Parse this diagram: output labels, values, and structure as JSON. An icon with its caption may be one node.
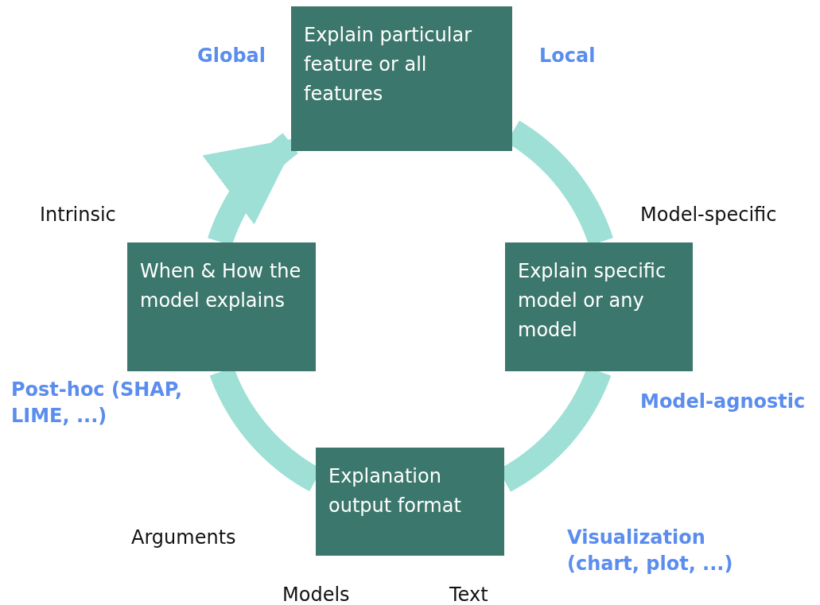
{
  "diagram": {
    "nodes": [
      {
        "text": [
          "Explain particular feature or all features"
        ]
      },
      {
        "text": [
          "Explain specific model or any model"
        ]
      },
      {
        "text": [
          "Explanation output format"
        ]
      },
      {
        "text": [
          "When & How the model explains"
        ]
      }
    ],
    "edges": [
      {
        "from": 0,
        "to": 1,
        "arrow": "none"
      },
      {
        "from": 1,
        "to": 2,
        "arrow": "none"
      },
      {
        "from": 2,
        "to": 3,
        "arrow": "none"
      },
      {
        "from": 3,
        "to": 0,
        "arrow": "to"
      }
    ],
    "labels": [
      "Global",
      "Local",
      "Intrinsic",
      "Model-specific",
      "Post-hoc (SHAP, LIME, ...)",
      "Model-agnostic",
      "Arguments",
      "Visualization (chart, plot, ...)",
      "Models",
      "Text"
    ]
  }
}
